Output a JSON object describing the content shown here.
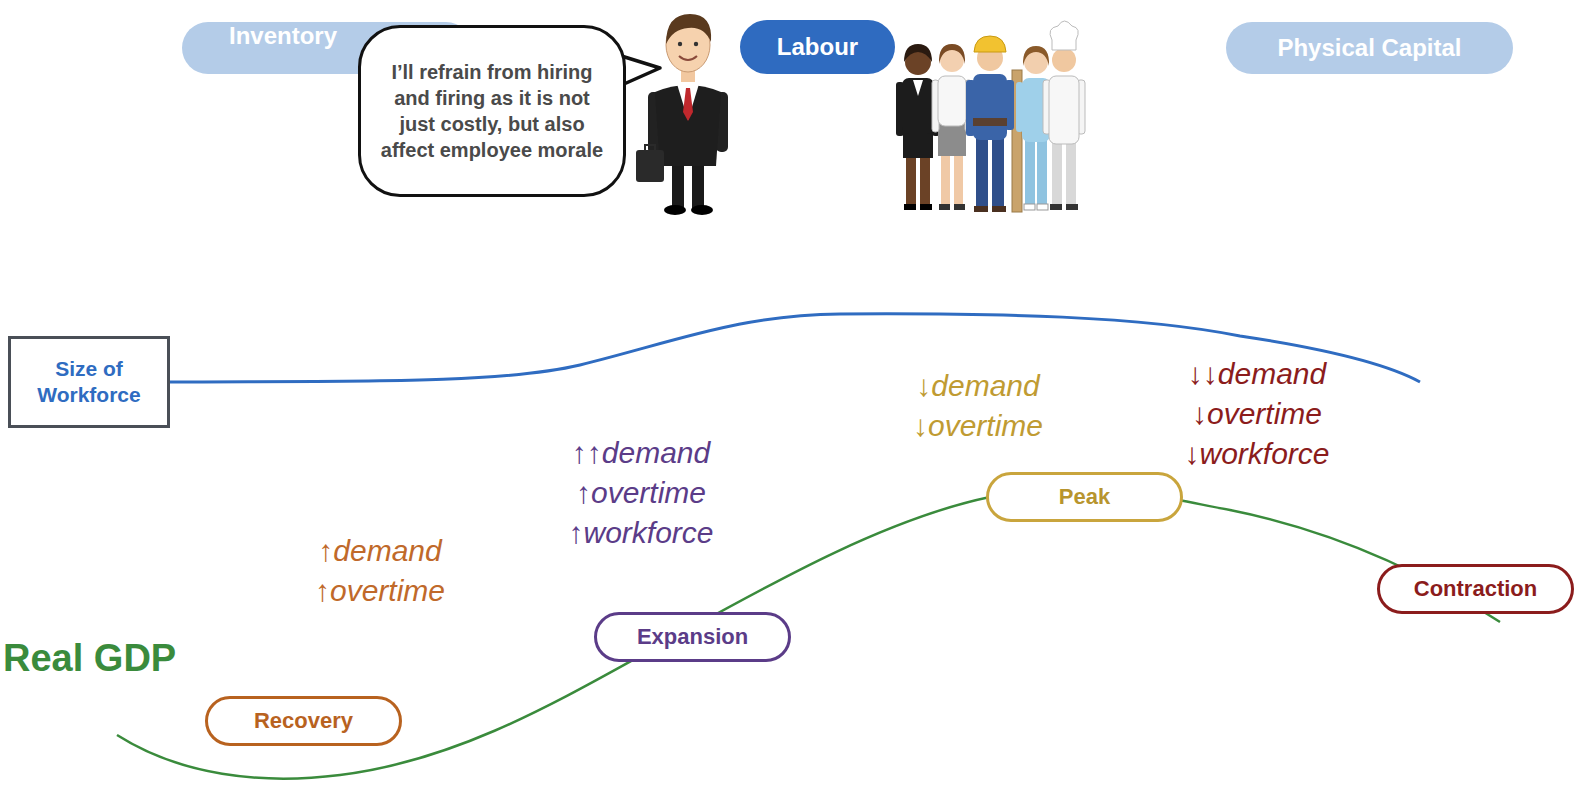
{
  "diagram": {
    "nodes": [
      {
        "text": [
          "Inventory"
        ]
      },
      {
        "text": [
          "Labour"
        ]
      },
      {
        "text": [
          "Physical Capital"
        ]
      },
      {
        "text": [
          "I’ll refrain from hiring and firing as it is not just costly, but also affect employee morale"
        ]
      },
      {
        "text": [
          "Size of Workforce"
        ]
      },
      {
        "text": [
          "Recovery"
        ]
      },
      {
        "text": [
          "Expansion"
        ]
      },
      {
        "text": [
          "Peak"
        ]
      },
      {
        "text": [
          "Contraction"
        ]
      }
    ],
    "labels": [
      "Real GDP",
      "↑demand",
      "↑overtime",
      "↑↑demand",
      "↑overtime",
      "↑workforce",
      "↓demand",
      "↓overtime",
      "↓↓demand",
      "↓overtime",
      "↓workforce"
    ]
  }
}
